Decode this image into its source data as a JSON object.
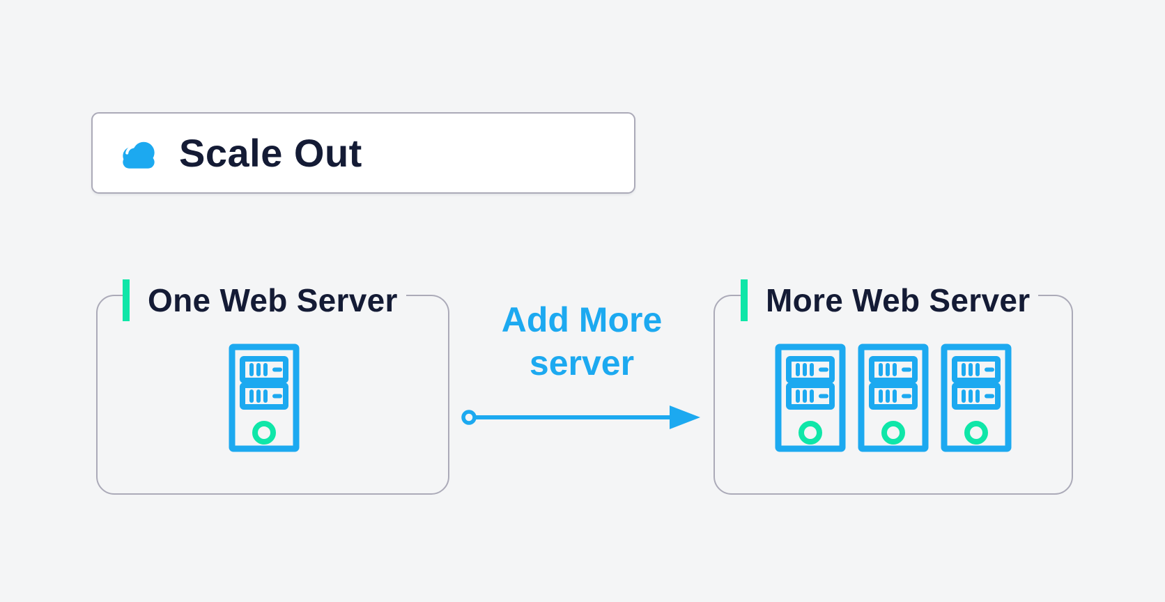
{
  "colors": {
    "background": "#F4F5F6",
    "blue": "#1CA9F0",
    "green": "#0FE6A8",
    "navy": "#141B35",
    "border": "#ABAAB8",
    "card_background": "#FFFFFF"
  },
  "header": {
    "icon": "cloud-icon",
    "title": "Scale Out"
  },
  "diagram": {
    "left_card": {
      "title": "One Web Server",
      "icon": "server-icon",
      "server_count": 1
    },
    "arrow": {
      "label_line1": "Add More",
      "label_line2": "server",
      "direction": "right",
      "icon": "arrow-right-icon"
    },
    "right_card": {
      "title": "More Web Server",
      "icon": "server-icon",
      "server_count": 3
    }
  }
}
